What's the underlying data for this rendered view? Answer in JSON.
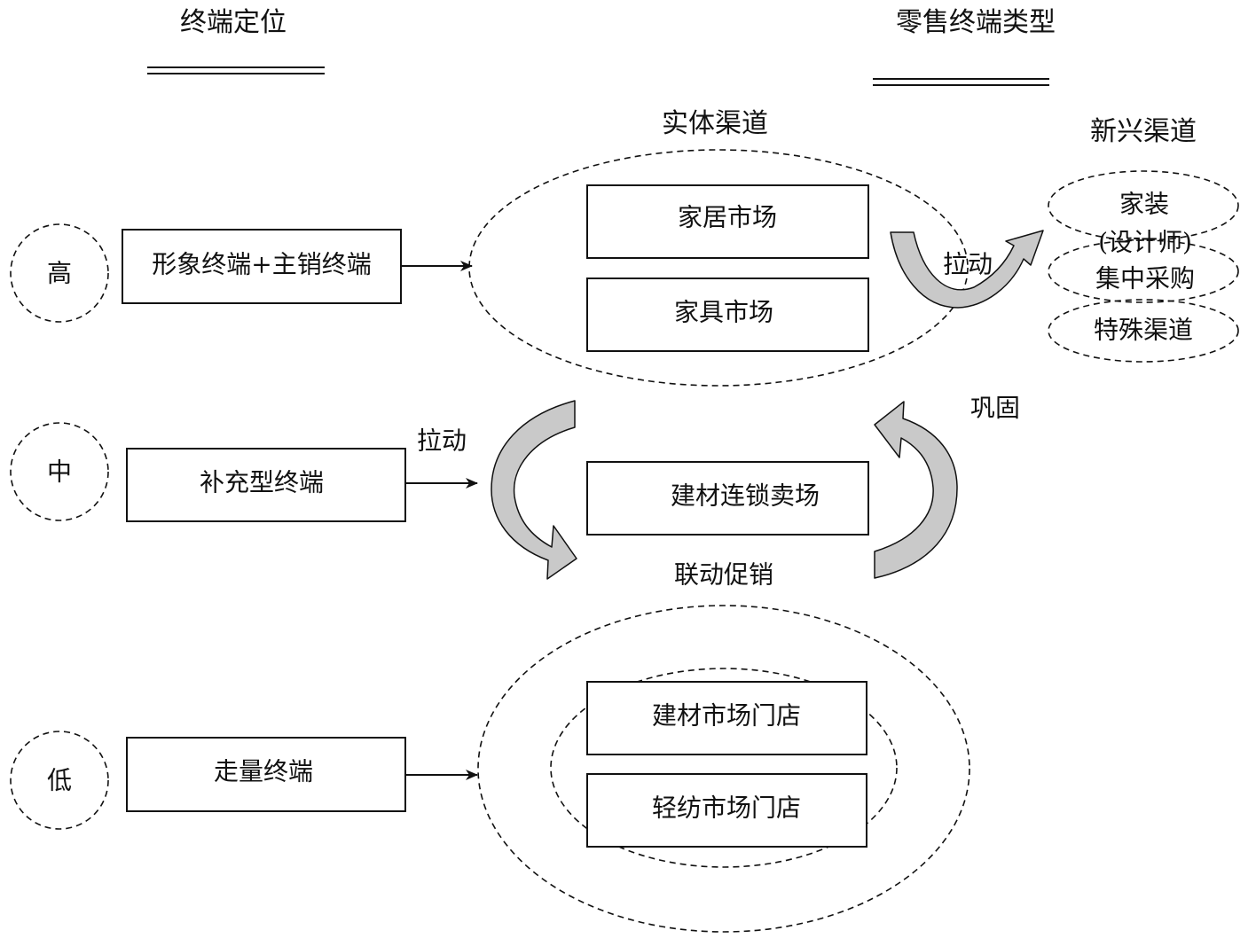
{
  "headers": {
    "left": "终端定位",
    "right": "零售终端类型"
  },
  "levels": {
    "high": "高",
    "mid": "中",
    "low": "低"
  },
  "terminals": {
    "high": "形象终端+主销终端",
    "mid": "补充型终端",
    "low": "走量终端"
  },
  "physical_channel": {
    "title": "实体渠道",
    "items": [
      "家居市场",
      "家具市场"
    ]
  },
  "emerging_channel": {
    "title": "新兴渠道",
    "items": [
      "家装",
      "(设计师)",
      "集中采购",
      "特殊渠道"
    ]
  },
  "middle": {
    "store": "建材连锁卖场",
    "promo": "联动促销",
    "consolidate": "巩固"
  },
  "low_group": {
    "items": [
      "建材市场门店",
      "轻纺市场门店"
    ]
  },
  "actions": {
    "pull_top": "拉动",
    "pull_mid": "拉动"
  }
}
